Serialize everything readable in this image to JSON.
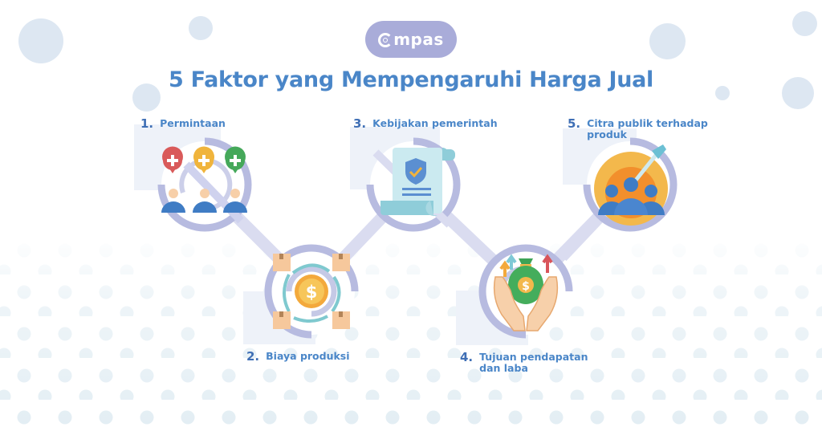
{
  "logo": {
    "text": "mpas",
    "brand": "Compas",
    "color": "#a9acd9"
  },
  "title": "5 Faktor yang Mempengaruhi Harga Jual",
  "colors": {
    "title": "#4a86c8",
    "ring": "#b7bbe0",
    "connector": "#dadcf0",
    "panel": "#eef2f9",
    "deco_circle": "#dde7f2",
    "dot": "#e3eef4"
  },
  "factors": [
    {
      "number": "1.",
      "label": "Permintaan",
      "icon": "customers-demand-icon"
    },
    {
      "number": "2.",
      "label": "Biaya produksi",
      "icon": "production-cost-cycle-icon"
    },
    {
      "number": "3.",
      "label": "Kebijakan pemerintah",
      "icon": "policy-document-shield-icon"
    },
    {
      "number": "4.",
      "label": "Tujuan pendapatan\ndan laba",
      "icon": "money-bag-hands-icon"
    },
    {
      "number": "5.",
      "label": "Citra publik terhadap\nproduk",
      "icon": "target-audience-icon"
    }
  ]
}
